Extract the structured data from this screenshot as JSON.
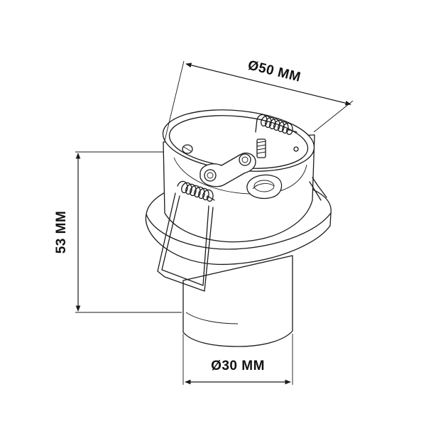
{
  "dimensions": {
    "outer_diameter": "Ø50 MM",
    "height": "53 MM",
    "inner_diameter": "Ø30 MM"
  }
}
